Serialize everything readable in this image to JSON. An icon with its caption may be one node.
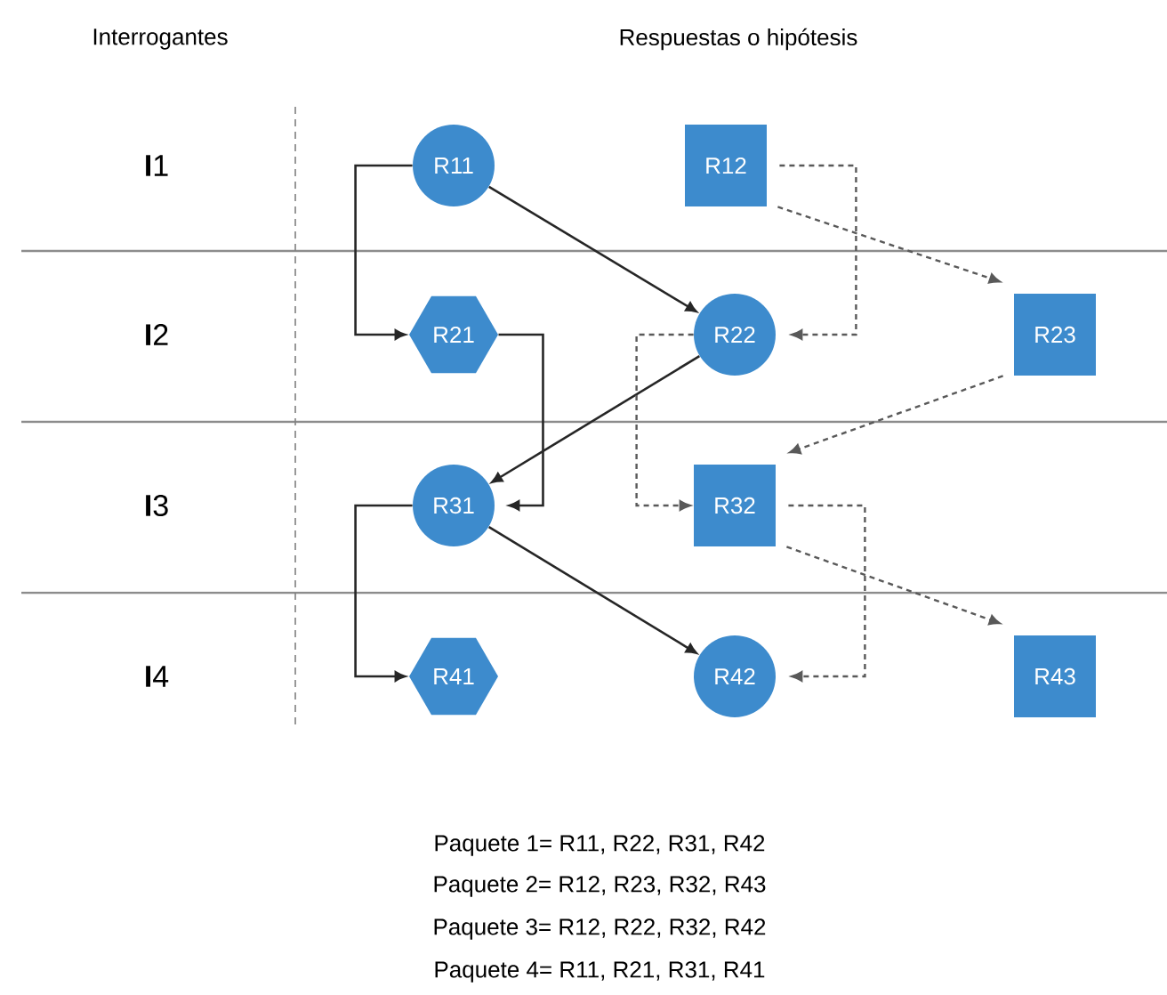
{
  "diagram": {
    "nodes": [
      {
        "text": [
          "R11"
        ]
      },
      {
        "text": [
          "R12"
        ]
      },
      {
        "text": [
          "R21"
        ]
      },
      {
        "text": [
          "R22"
        ]
      },
      {
        "text": [
          "R23"
        ]
      },
      {
        "text": [
          "R31"
        ]
      },
      {
        "text": [
          "R32"
        ]
      },
      {
        "text": [
          "R41"
        ]
      },
      {
        "text": [
          "R42"
        ]
      },
      {
        "text": [
          "R43"
        ]
      }
    ],
    "edges": [
      {
        "from": 0,
        "to": 2,
        "arrow": "to"
      },
      {
        "from": 0,
        "to": 3,
        "arrow": "to"
      },
      {
        "from": 1,
        "to": 3,
        "arrow": "to",
        "style": "dashed"
      },
      {
        "from": 1,
        "to": 4,
        "arrow": "to",
        "style": "dashed"
      },
      {
        "from": 2,
        "to": 5,
        "arrow": "to"
      },
      {
        "from": 3,
        "to": 5,
        "arrow": "to"
      },
      {
        "from": 3,
        "to": 6,
        "arrow": "to",
        "style": "dashed"
      },
      {
        "from": 4,
        "to": 6,
        "arrow": "to",
        "style": "dashed"
      },
      {
        "from": 5,
        "to": 7,
        "arrow": "to"
      },
      {
        "from": 5,
        "to": 8,
        "arrow": "to"
      },
      {
        "from": 6,
        "to": 8,
        "arrow": "to",
        "style": "dashed"
      },
      {
        "from": 6,
        "to": 9,
        "arrow": "to",
        "style": "dashed"
      }
    ],
    "labels": [
      "Interrogantes",
      "Respuestas o hipótesis",
      "**I**1",
      "**I**2",
      "**I**3",
      "**I**4",
      "Paquete 1= R11, R22, R31, R42",
      "Paquete 2= R12, R23, R32, R43",
      "Paquete 3= R12, R22, R32, R42",
      "Paquete 4= R11, R21, R31, R41"
    ]
  }
}
